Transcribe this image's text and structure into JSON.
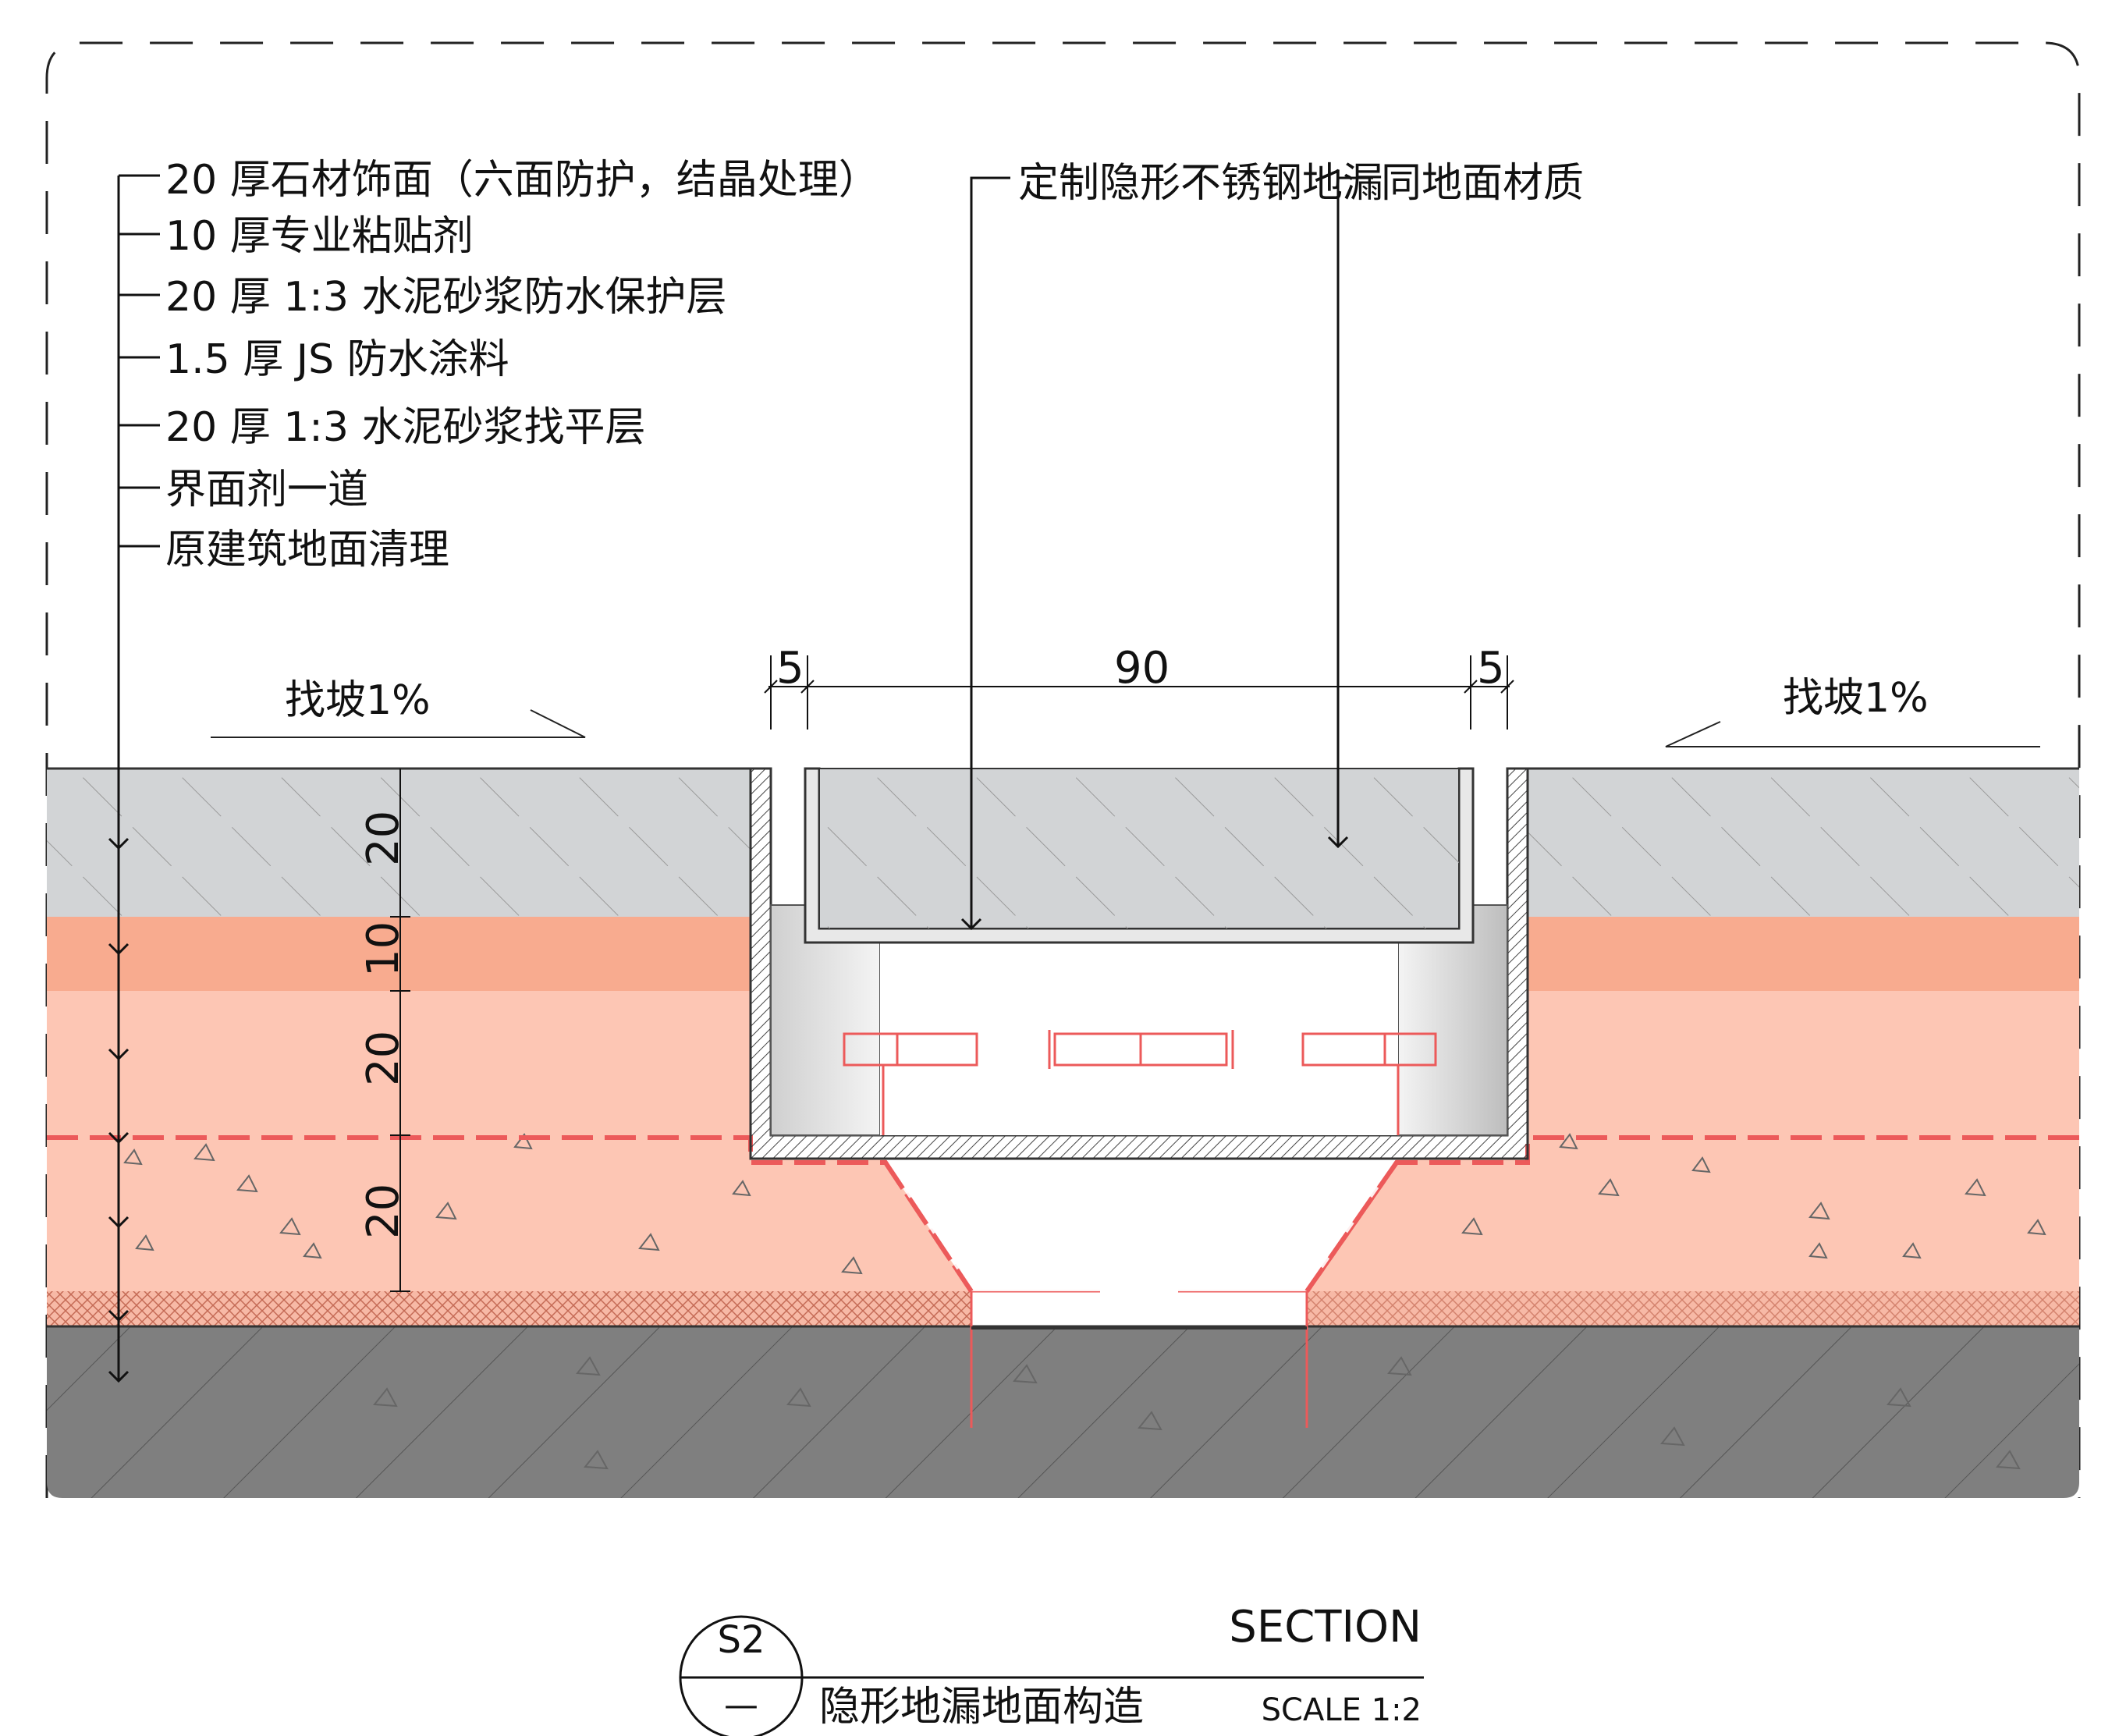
{
  "layer_labels": [
    "20 厚石材饰面（六面防护，结晶处理）",
    "10 厚专业粘贴剂",
    "20 厚 1:3 水泥砂浆防水保护层",
    "1.5 厚 JS  防水涂料",
    "20 厚 1:3 水泥砂浆找平层",
    "界面剂一道",
    "原建筑地面清理"
  ],
  "callouts": {
    "drain": "定制隐形不锈钢地漏",
    "cover": "同地面材质"
  },
  "slope_left": "找坡1%",
  "slope_right": "找坡1%",
  "dims_top": [
    "5",
    "90",
    "5"
  ],
  "dims_side": [
    "20",
    "10",
    "20",
    "20"
  ],
  "title_block": {
    "marker": "S2",
    "marker_sub": "—",
    "section_label": "SECTION",
    "drawing_title": "隐形地漏地面构造",
    "scale": "SCALE 1:2"
  },
  "colors": {
    "stone": "#d2d4d6",
    "adhesive": "#f8ab8f",
    "mortar": "#fdc6b4",
    "concrete": "#7f7f7f",
    "membrane": "#ec5a5a",
    "steel": "#e8e8e8"
  }
}
